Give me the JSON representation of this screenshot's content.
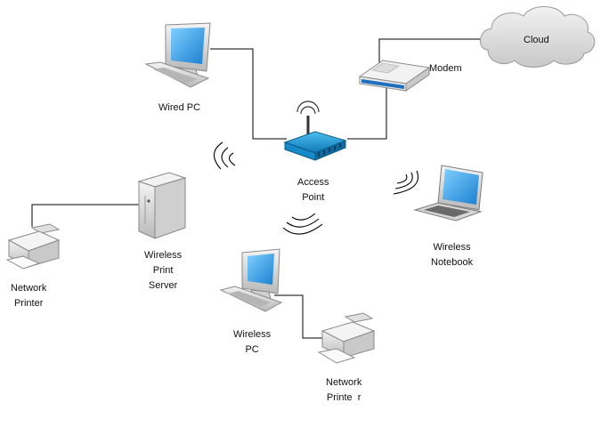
{
  "labels": {
    "cloud": "Cloud",
    "modem": "Modem",
    "wired_pc": "Wired PC",
    "access_point": [
      "Access",
      "Point"
    ],
    "wireless_print_server": [
      "Wireless",
      "Print",
      "Server"
    ],
    "network_printer_left": [
      "Network",
      "Printer"
    ],
    "wireless_notebook": [
      "Wireless",
      "Notebook"
    ],
    "wireless_pc": [
      "Wireless",
      "PC"
    ],
    "network_printer_bottom": [
      "Network",
      "Printe  r"
    ]
  },
  "colors": {
    "screen_blue": "#1b8fe0",
    "ap_blue": "#1e9ad6",
    "line": "#000000",
    "device_gray": "#d9d9d9"
  }
}
